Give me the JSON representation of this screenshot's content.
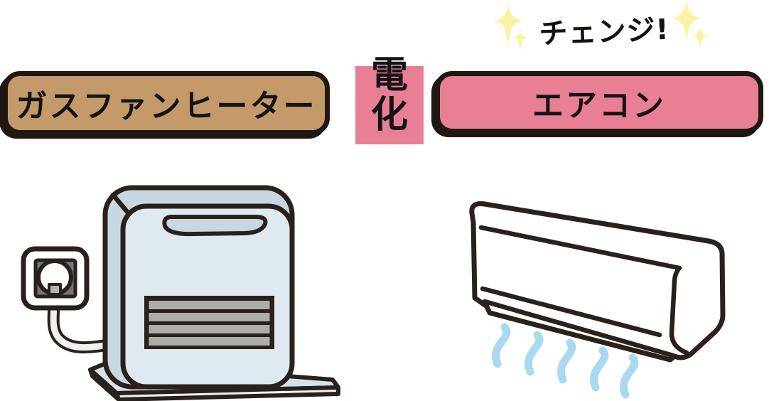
{
  "change_banner": {
    "text": "チェンジ!",
    "sparkle_icon": "sparkle-icon"
  },
  "before": {
    "label": "ガスファンヒーター",
    "illustration": "gas-fan-heater-with-wall-gas-outlet-and-hose"
  },
  "transition": {
    "label": "電化",
    "char_top": "電",
    "char_bottom": "化"
  },
  "after": {
    "label": "エアコン",
    "illustration": "wall-mounted-air-conditioner-with-airflow"
  },
  "colors": {
    "outline": "#2a211b",
    "label-border": "#1f1812",
    "gas-bg": "#c59a6b",
    "pink-bg": "#e87f94",
    "sparkle": "#faf3a3",
    "wind": "#a9d9f2",
    "heater-shell": "#c8d7e2",
    "heater-front": "#dfe9f0",
    "grille-slat": "#adadaa",
    "socket-gray": "#757575",
    "hose-fill": "#f0f0ee",
    "base-top": "#d5e3ec",
    "base-front": "#edf3f7",
    "base-edge": "#a8d0e0",
    "text-black": "#141414"
  }
}
